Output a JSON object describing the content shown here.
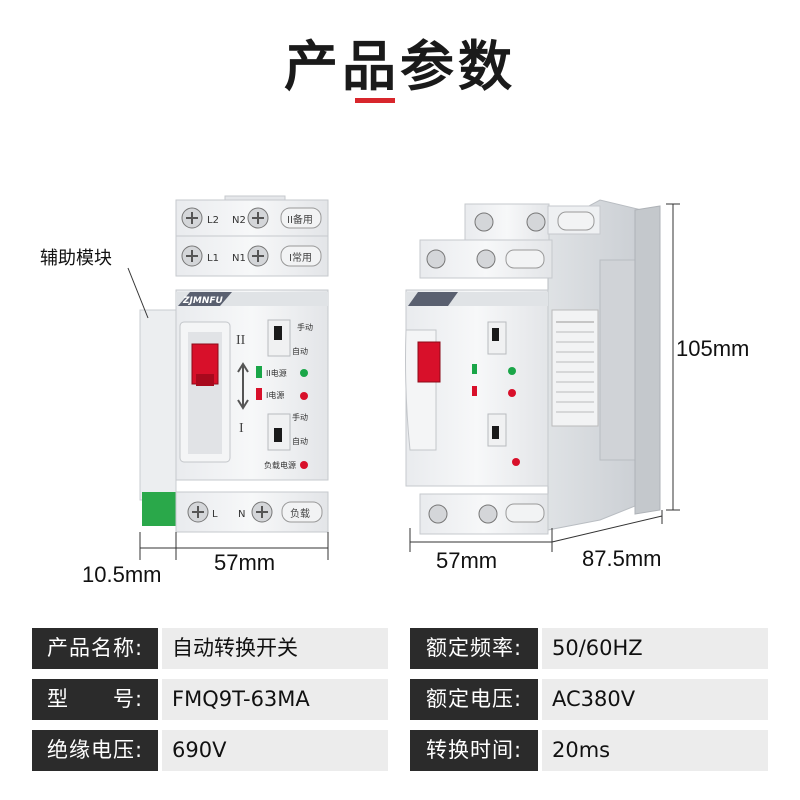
{
  "header": {
    "title": "产品参数"
  },
  "callout": {
    "aux_module": "辅助模块"
  },
  "dimensions": {
    "aux_width": "10.5mm",
    "front_width": "57mm",
    "front_width_right": "57mm",
    "depth": "87.5mm",
    "height": "105mm"
  },
  "device": {
    "brand": "ZJMNFU",
    "terminal_l2": "L2",
    "terminal_n2": "N2",
    "backup_label": "II备用",
    "terminal_l1": "L1",
    "terminal_n1": "N1",
    "common_label": "I常用",
    "roman_two": "II",
    "roman_one": "I",
    "manual_top": "手动",
    "auto_top": "自动",
    "power2": "II电源",
    "power1": "I电源",
    "manual_bottom": "手动",
    "auto_bottom": "自动",
    "load_power": "负载电源",
    "terminal_l": "L",
    "terminal_n": "N",
    "load_label": "负载"
  },
  "specs": {
    "left": [
      {
        "label": "产品名称:",
        "value": "自动转换开关"
      },
      {
        "label": "型　　号:",
        "value": "FMQ9T-63MA"
      },
      {
        "label": "绝缘电压:",
        "value": "690V"
      }
    ],
    "right": [
      {
        "label": "额定频率:",
        "value": "50/60HZ"
      },
      {
        "label": "额定电压:",
        "value": "AC380V"
      },
      {
        "label": "转换时间:",
        "value": "20ms"
      }
    ]
  },
  "colors": {
    "accent_red": "#d8262c",
    "handle_red": "#d8102a",
    "label_bg": "#2b2b2b",
    "value_bg": "#ececec",
    "module_green": "#2aa84a",
    "indicator_green": "#1aa648"
  }
}
